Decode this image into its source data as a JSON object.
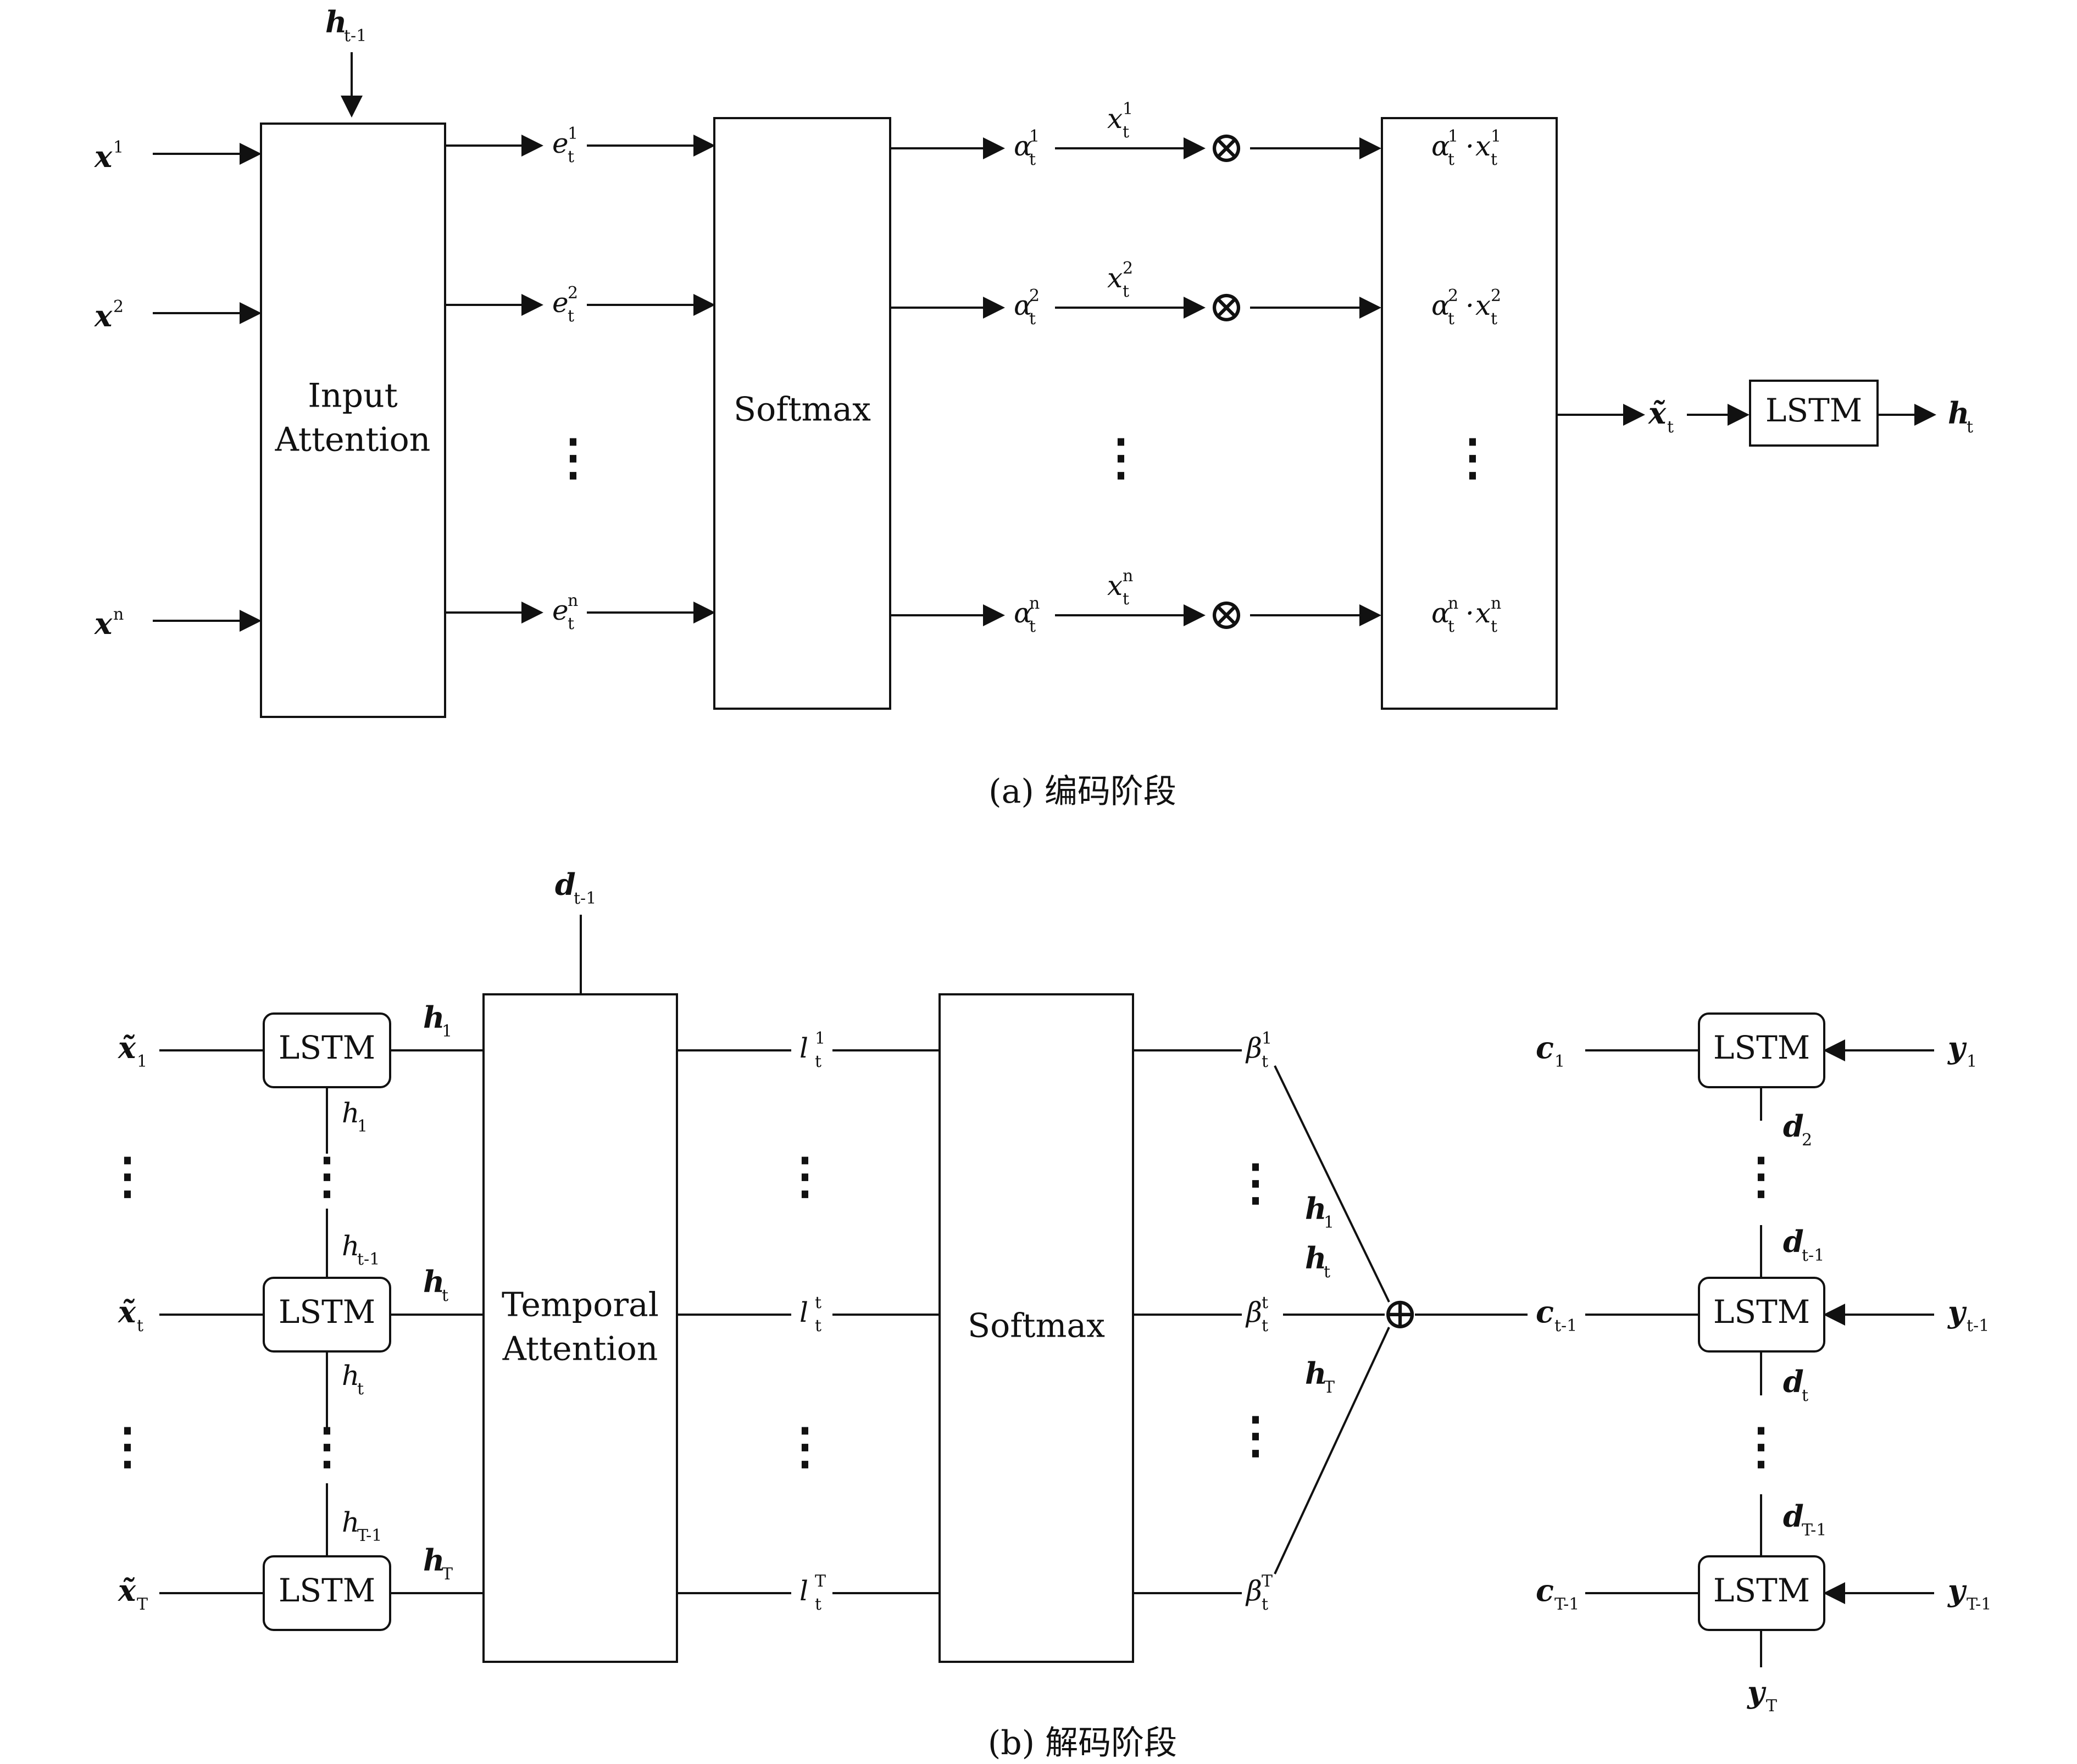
{
  "encoder": {
    "inputs": [
      {
        "base": "x",
        "sup": "1"
      },
      {
        "base": "x",
        "sup": "2"
      },
      {
        "base": "x",
        "sup": "n"
      }
    ],
    "prev_hidden": {
      "base": "h",
      "sub": "t-1"
    },
    "input_attention_box": [
      "Input",
      "Attention"
    ],
    "scores": [
      {
        "base": "e",
        "sup": "1",
        "sub": "t"
      },
      {
        "base": "e",
        "sup": "2",
        "sub": "t"
      },
      {
        "base": "e",
        "sup": "n",
        "sub": "t"
      }
    ],
    "softmax_box": "Softmax",
    "weights": [
      {
        "base": "α",
        "sup": "1",
        "sub": "t"
      },
      {
        "base": "α",
        "sup": "2",
        "sub": "t"
      },
      {
        "base": "α",
        "sup": "n",
        "sub": "t"
      }
    ],
    "features": [
      {
        "base": "x",
        "sup": "1",
        "sub": "t"
      },
      {
        "base": "x",
        "sup": "2",
        "sub": "t"
      },
      {
        "base": "x",
        "sup": "n",
        "sub": "t"
      }
    ],
    "multiply_symbol": "⊗",
    "products": [
      {
        "a": "α",
        "x": "x",
        "sup": "1",
        "sub": "t"
      },
      {
        "a": "α",
        "x": "x",
        "sup": "2",
        "sub": "t"
      },
      {
        "a": "α",
        "x": "x",
        "sup": "n",
        "sub": "t"
      }
    ],
    "weighted_input": {
      "base": "x̃",
      "sub": "t"
    },
    "lstm_label": "LSTM",
    "output": {
      "base": "h",
      "sub": "t"
    },
    "caption": "(a) 编码阶段"
  },
  "decoder": {
    "inputs": [
      {
        "base": "x̃",
        "sub": "1"
      },
      {
        "base": "x̃",
        "sub": "t"
      },
      {
        "base": "x̃",
        "sub": "T"
      }
    ],
    "lstm_label": "LSTM",
    "hidden_bold": [
      {
        "base": "h",
        "sub": "1"
      },
      {
        "base": "h",
        "sub": "t"
      },
      {
        "base": "h",
        "sub": "T"
      }
    ],
    "hidden_chain": [
      {
        "base": "h",
        "sub": "1"
      },
      {
        "base": "h",
        "sub": "t-1"
      },
      {
        "base": "h",
        "sub": "t"
      },
      {
        "base": "h",
        "sub": "T-1"
      }
    ],
    "prev_state": {
      "base": "d",
      "sub": "t-1"
    },
    "temporal_attention_box": [
      "Temporal",
      "Attention"
    ],
    "scores": [
      {
        "base": "l",
        "sup": "1",
        "sub": "t"
      },
      {
        "base": "l",
        "sup": "t",
        "sub": "t"
      },
      {
        "base": "l",
        "sup": "T",
        "sub": "t"
      }
    ],
    "softmax_box": "Softmax",
    "weights": [
      {
        "base": "β",
        "sup": "1",
        "sub": "t"
      },
      {
        "base": "β",
        "sup": "t",
        "sub": "t"
      },
      {
        "base": "β",
        "sup": "T",
        "sub": "t"
      }
    ],
    "sum_inputs": [
      {
        "base": "h",
        "sub": "1"
      },
      {
        "base": "h",
        "sub": "t"
      },
      {
        "base": "h",
        "sub": "T"
      }
    ],
    "sum_symbol": "⊕",
    "contexts": [
      {
        "base": "c",
        "sub": "1"
      },
      {
        "base": "c",
        "sub": "t-1"
      },
      {
        "base": "c",
        "sub": "T-1"
      }
    ],
    "targets": [
      {
        "base": "y",
        "sub": "1"
      },
      {
        "base": "y",
        "sub": "t-1"
      },
      {
        "base": "y",
        "sub": "T-1"
      }
    ],
    "states": [
      {
        "base": "d",
        "sub": "2"
      },
      {
        "base": "d",
        "sub": "t-1"
      },
      {
        "base": "d",
        "sub": "t"
      },
      {
        "base": "d",
        "sub": "T-1"
      }
    ],
    "final_output": {
      "base": "y",
      "sub": "T"
    },
    "caption": "(b) 解码阶段"
  },
  "vertical_dots": "⋮"
}
